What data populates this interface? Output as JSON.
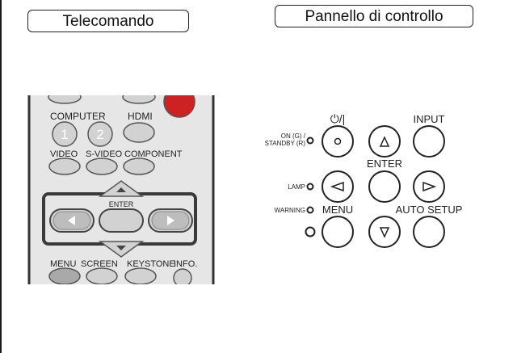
{
  "headings": {
    "remote": "Telecomando",
    "panel": "Pannello di controllo"
  },
  "remote": {
    "row1": {
      "computer": "COMPUTER",
      "hdmi": "HDMI",
      "num1": "1",
      "num2": "2"
    },
    "row2": {
      "video": "VIDEO",
      "svideo": "S-VIDEO",
      "component": "COMPONENT"
    },
    "dpad": {
      "enter": "ENTER"
    },
    "row4": {
      "menu": "MENU",
      "screen": "SCREEN",
      "keystone": "KEYSTONE",
      "info": "INFO."
    },
    "colors": {
      "body": "#e6e6e6",
      "button": "#d2d2d2",
      "grey_button": "#a9a9a9",
      "power": "#cc2222"
    }
  },
  "panel": {
    "power_symbol": "⏻/|",
    "input": "INPUT",
    "enter": "ENTER",
    "menu": "MENU",
    "auto_setup": "AUTO SETUP",
    "on_standby_line1": "ON (G) /",
    "on_standby_line2": "STANDBY (R)",
    "lamp": "LAMP",
    "warning": "WARNING"
  }
}
